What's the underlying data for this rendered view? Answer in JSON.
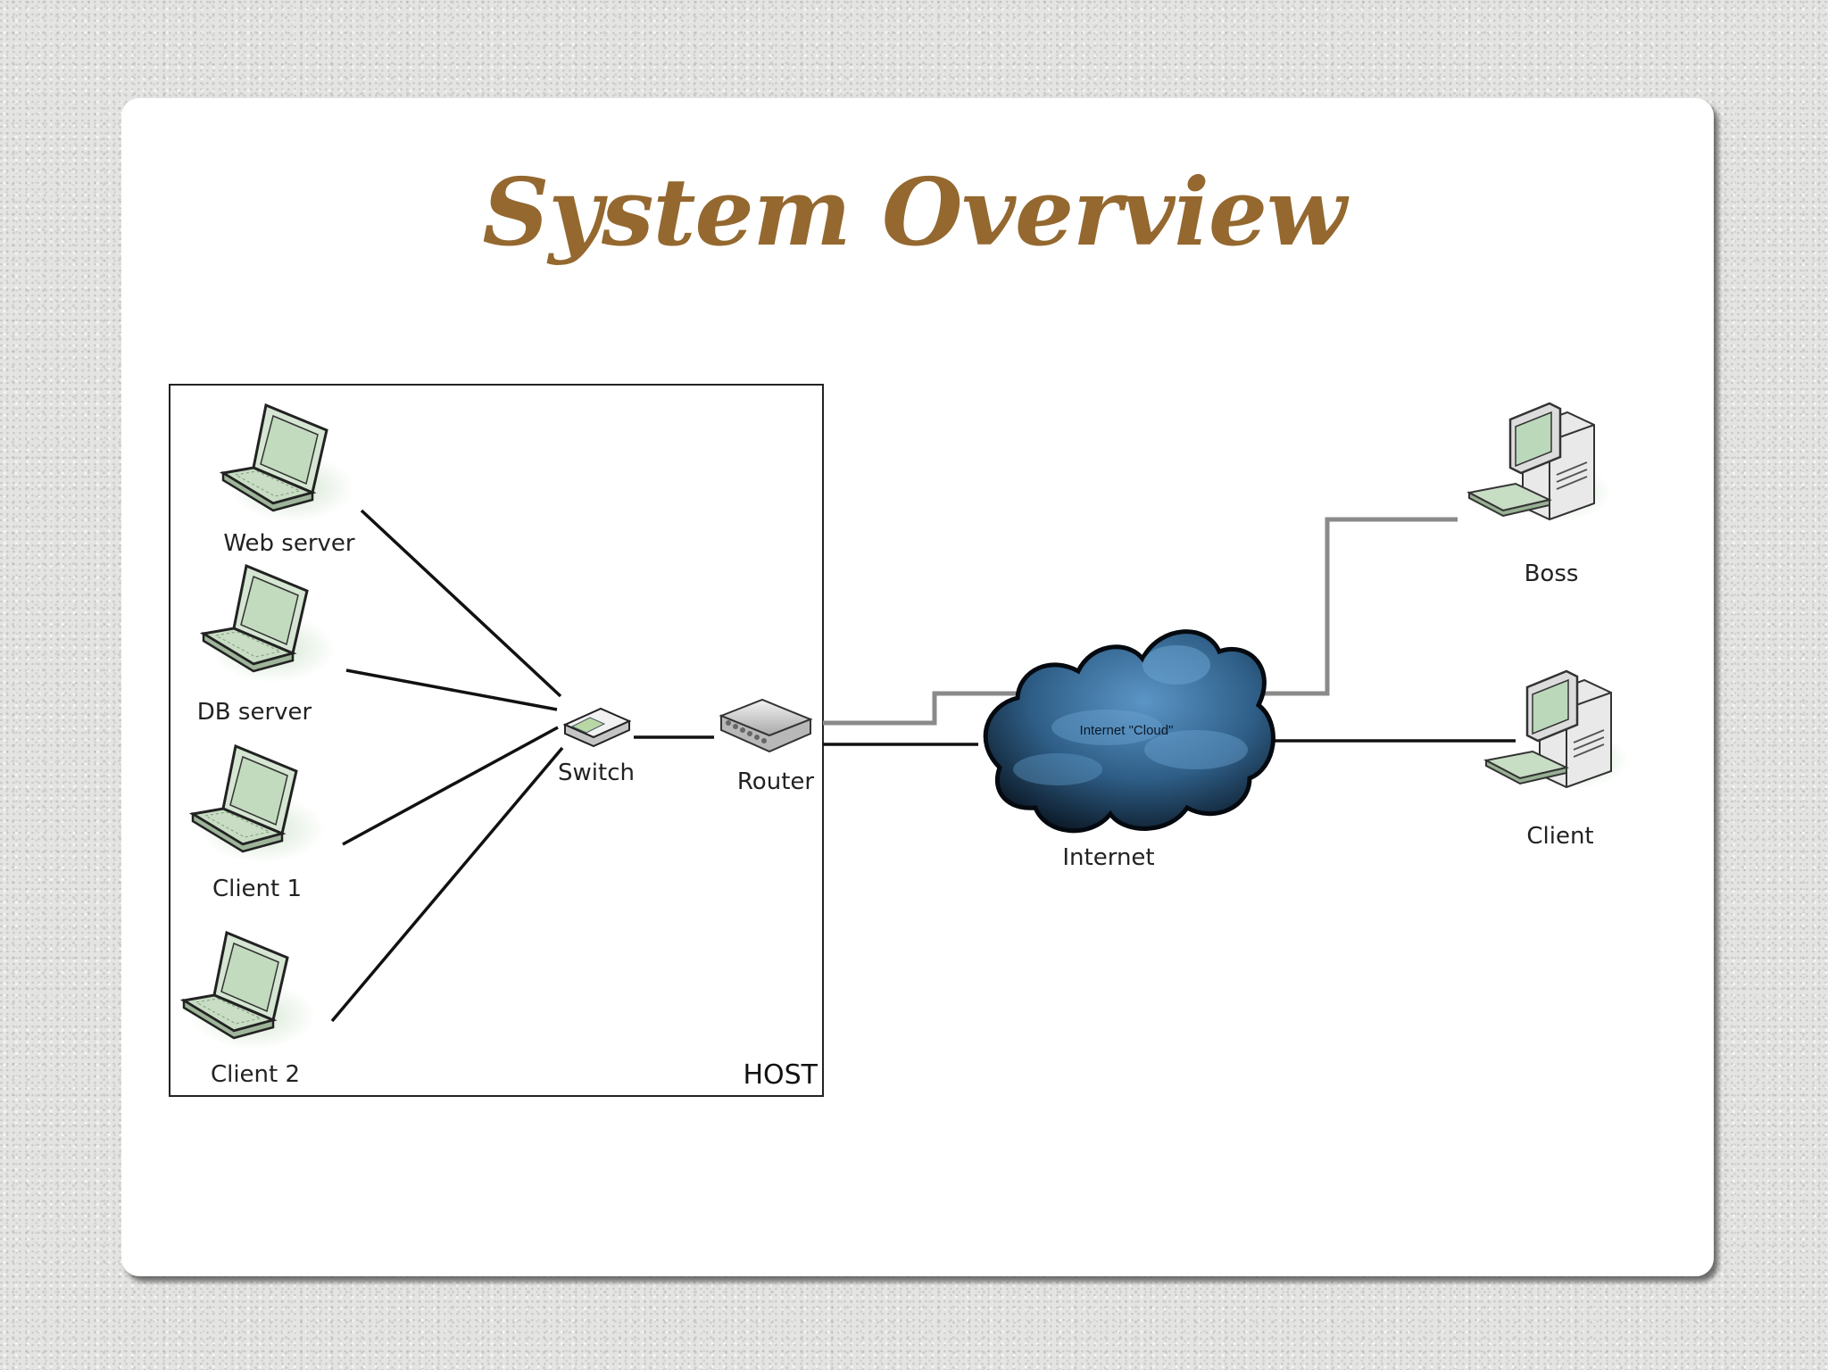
{
  "slide": {
    "title": "System Overview"
  },
  "diagram": {
    "host_box_label": "HOST",
    "nodes": {
      "web_server": "Web server",
      "db_server": "DB server",
      "client_1": "Client 1",
      "client_2": "Client 2",
      "switch": "Switch",
      "router": "Router",
      "internet": "Internet",
      "cloud_caption": "Internet \"Cloud\"",
      "boss": "Boss",
      "client": "Client"
    }
  },
  "colors": {
    "title": "#94682f",
    "laptop_fill": "#cfe3cc",
    "cloud_dark": "#1d3d59",
    "cloud_light": "#4f87b8",
    "gray_link": "#8a8a8a"
  }
}
